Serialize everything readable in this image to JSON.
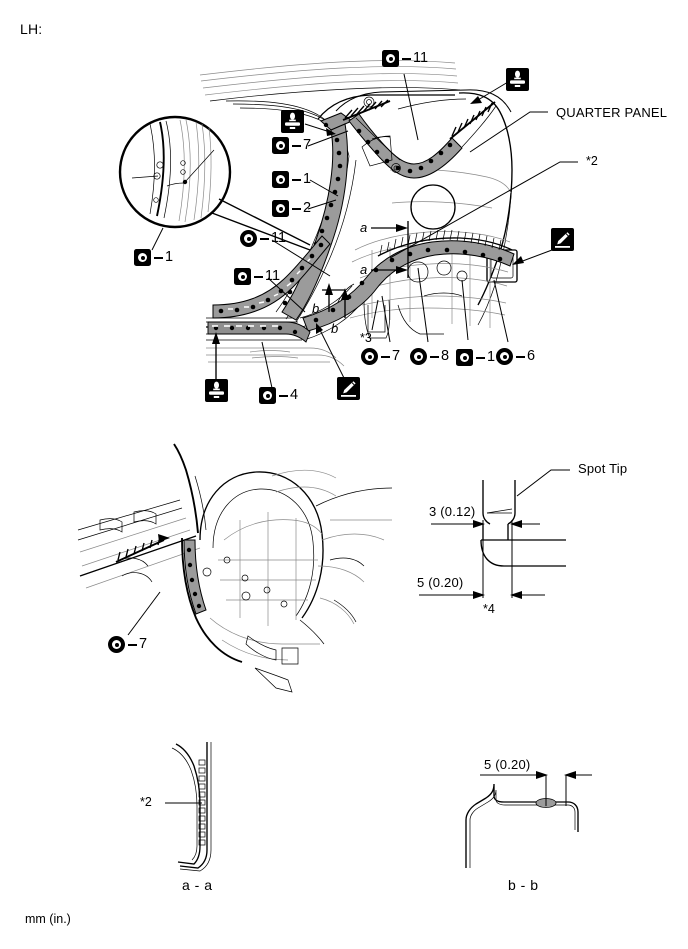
{
  "document": {
    "side_label": "LH:",
    "units_note": "mm (in.)"
  },
  "main_figure": {
    "part_callout": "QUARTER PANEL",
    "asterisk_notes": [
      "*2",
      "*3"
    ],
    "section_marks": [
      "a",
      "a",
      "b",
      "b"
    ],
    "markers": [
      {
        "id": "m-top-11",
        "shape": "square",
        "number": "11"
      },
      {
        "id": "m-up-7",
        "shape": "square",
        "number": "7"
      },
      {
        "id": "m-up-1",
        "shape": "square",
        "number": "1"
      },
      {
        "id": "m-up-2",
        "shape": "square",
        "number": "2"
      },
      {
        "id": "m-detail-1",
        "shape": "square",
        "number": "1"
      },
      {
        "id": "m-mid-11c",
        "shape": "circle",
        "number": "11"
      },
      {
        "id": "m-mid-11s",
        "shape": "square",
        "number": "11"
      },
      {
        "id": "m-low-4",
        "shape": "square",
        "number": "4"
      },
      {
        "id": "m-low-7",
        "shape": "circle",
        "number": "7"
      },
      {
        "id": "m-low-8",
        "shape": "circle",
        "number": "8"
      },
      {
        "id": "m-low-1",
        "shape": "square",
        "number": "1"
      },
      {
        "id": "m-low-6",
        "shape": "circle",
        "number": "6"
      }
    ],
    "tool_icons": [
      {
        "id": "ti-top-left",
        "kind": "spot-welder-icon"
      },
      {
        "id": "ti-top-right",
        "kind": "spot-welder-icon"
      },
      {
        "id": "ti-bot-left",
        "kind": "spot-welder-icon"
      },
      {
        "id": "ti-pen-right",
        "kind": "marker-pen-icon"
      },
      {
        "id": "ti-pen-bot",
        "kind": "marker-pen-icon"
      }
    ]
  },
  "wheel_arch_figure": {
    "marker": {
      "shape": "circle",
      "number": "7"
    }
  },
  "spot_tip_figure": {
    "callout": "Spot Tip",
    "dim_top": "3 (0.12)",
    "dim_bottom": "5 (0.20)",
    "asterisk_note": "*4"
  },
  "section_aa": {
    "caption": "a - a",
    "asterisk_note": "*2"
  },
  "section_bb": {
    "caption": "b - b",
    "dimension": "5 (0.20)"
  }
}
